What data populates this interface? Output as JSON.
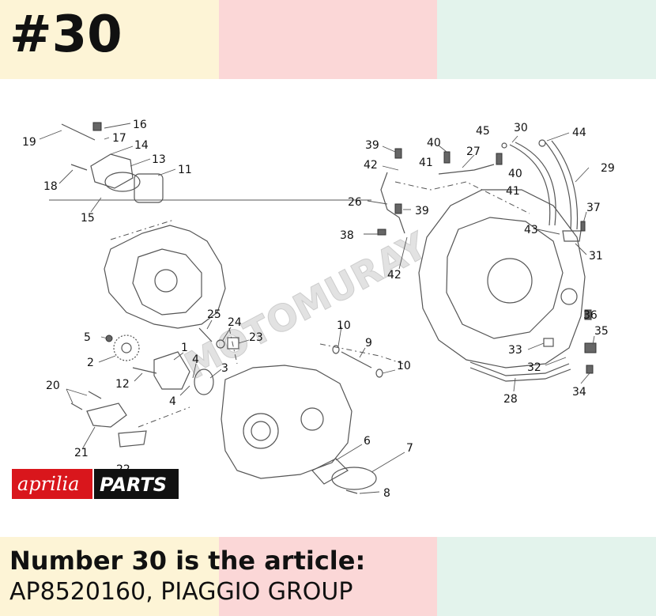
{
  "header": {
    "number": "#30"
  },
  "footer": {
    "line1": "Number 30 is the article:",
    "line2": "AP8520160, PIAGGIO GROUP"
  },
  "colors": {
    "band1": "#fdf4d6",
    "band2": "#fbd7d7",
    "band3": "#e3f3ec",
    "logo_red": "#d9161c",
    "logo_black": "#111111"
  },
  "diagram": {
    "watermark": "MOTOMURAY",
    "logo": {
      "brand": "aprilia",
      "suffix": "PARTS"
    },
    "labels": {
      "l1": "1",
      "l2": "2",
      "l3": "3",
      "l4a": "4",
      "l4b": "4",
      "l5": "5",
      "l6": "6",
      "l7": "7",
      "l8": "8",
      "l9": "9",
      "l10a": "10",
      "l10b": "10",
      "l11": "11",
      "l12": "12",
      "l13": "13",
      "l14": "14",
      "l15": "15",
      "l16": "16",
      "l17": "17",
      "l18": "18",
      "l19": "19",
      "l20": "20",
      "l21": "21",
      "l22": "22",
      "l23": "23",
      "l24": "24",
      "l25": "25",
      "l26": "26",
      "l27": "27",
      "l28": "28",
      "l29": "29",
      "l30": "30",
      "l31": "31",
      "l32": "32",
      "l33": "33",
      "l34": "34",
      "l35": "35",
      "l36": "36",
      "l37": "37",
      "l38": "38",
      "l39a": "39",
      "l39b": "39",
      "l40a": "40",
      "l40b": "40",
      "l41a": "41",
      "l41b": "41",
      "l42a": "42",
      "l42b": "42",
      "l43": "43",
      "l44": "44",
      "l45": "45"
    }
  }
}
